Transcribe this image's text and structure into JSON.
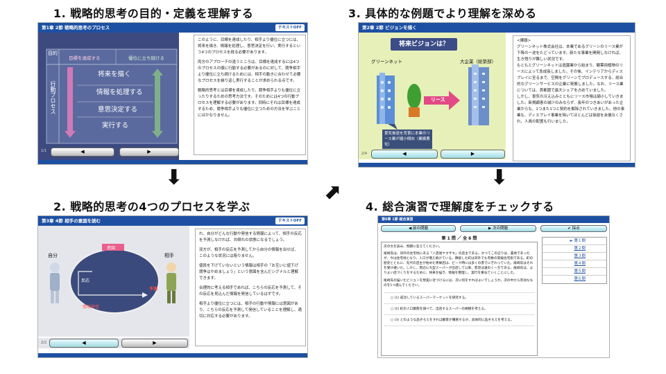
{
  "steps": {
    "s1": "1. 戦略的思考の目的・定義を理解する",
    "s2": "2. 戦略的思考の4つのプロセスを学ぶ",
    "s3": "3. 具体的な例題でより理解を深める",
    "s4": "4. 総合演習で理解度をチェックする"
  },
  "panel1": {
    "header": "第1章 2節 戦略的思考のプロセス",
    "text_btn": "テキストOFF",
    "row_purpose": "目的",
    "row_action": "行動プロセス",
    "goal1": "目標を達成する",
    "goal2": "優位に立ち続ける",
    "steps": [
      "将来を描く",
      "情報を処理する",
      "意思決定する",
      "実行する"
    ],
    "text": [
      "このように、目標を達成したり、相手より優位に立つには、将来を描き、情報を処理し、意思決定を行い、実行するという4つのプロセスを経る必要があります。",
      "両方のアプローチの違うところは、目標を達成するには4つのプロセスの順に行動する必要があるのに対して、競争相手より優位に立ち続けるためには、相手の動きに合わせて必要なプロセスを繰り返し実行することが求められる点です。",
      "戦略的思考とは目標を達成したり、競争相手よりも優位に立ったりするための思考方法です。そのためには4つの行動プロセスを理解する必要があります。同時にそれは目標を達成するため、競争相手よりも優位に立つための方法を学ぶことにほかなりません。"
    ],
    "page": "1/1"
  },
  "panel2": {
    "header": "第3章 4節 相手の意図を読む",
    "text_btn": "テキストOFF",
    "self": "自分",
    "other": "相手",
    "intent": "意図",
    "reaction": "反応",
    "forecast": "予測",
    "info": "情報発信",
    "text": [
      "れ、自分がどんな行動や発信する情報によって、相手の反応を予測しなければ、共倒れの状態になるでしょう。",
      "双方が、相手の反応を予測してから自分の情報を出せば、このような状況には陥りません。",
      "値段を下げていないという情報は相手の「お互いに値下げ競争はやめましょう」という意図を含んだシグナルと理解できます。",
      "合理的に考える相手であれば、こちらの反応を予測して、その反応を見込んだ情報を発信しているはずです。",
      "相手より優位に立つには、相手の行動や情報には意図があり、こちらの反応を予測して発信していることを理解し、適切に対応する必要があります。"
    ],
    "page": "2/2"
  },
  "panel3": {
    "header": "第2章 2節 ビジョンを描く",
    "title": "将来ビジョンは？",
    "green": "グリーンネット",
    "big": "大企業（総菜部）",
    "lease": "リース",
    "note": "景気後退を背景に本業のリース業が縮小傾向（業績悪化）",
    "text": [
      "<課題>",
      "グリーンネット株式会社は、本業であるグリーンのリース業が下降の一途をたどっています。新たな事業を開発しなければ、生き残りが難しい状況です。",
      "もともとグリーンネットは造園業から始まり、観葉用植物のリースによって急成長しました。その後、インテリアからディスプレイに至るまで、空間をグリーンでプロデュースする、総合的なグリーンサービスの企業に発展しました。なお、リース業については、首都圏で最大シェアを占めていました。",
      "しかし、景気の冷え込みとともにリース市場は縮小していきました。新規顧客の減少のみならず、長年のつきあいがあった企業からも、1つまた1つと契約を解除されていきました。他の事業も、ディスプレイ事業を除いてほとんどは徐遅を余儀なくされ、人員の配置も行いました。"
    ],
    "page": "2/4"
  },
  "panel4": {
    "header": "第6章 1節 総合演習",
    "prev": "前の問題",
    "next": "次の問題",
    "score": "採点",
    "qnum": "第 1 問 ／ 全 6 問",
    "instruction": "次の文を読み、問題に答えてください。",
    "body": "尾崎氏は、郊外の住宅地にある「八百屋ヤオザキ」の店主である。かつてこの辺りは、農地であったが、今は住宅地となり、人口が増え続けている。隣接した町は郊外でも有数の高級住宅街である。町の歴史とともに、先代の店主が始めた青果店は、ピーク時には多くの客でにぎわっていた。尾崎氏はそれを受け継いだ。しかし、周辺に大型スーパーが出店して以来、客足は遠のく一方である。尾崎氏は、よりよい店づくりをするために、将来を描き、情報を整理し、実行を重ねていくことにした。",
    "question": "尾崎氏の描いたビジョンを現実に近づけるには、次に何をすればよいでしょうか。次の中から有効なものを1つ選んでください。",
    "options": [
      "(1) 成功しているスーパーマーケットを研究する。",
      "(2) 町の人口動態を調べて、出店するスーパーの規模を考える。",
      "(3) どのような品ぞろえをすれば顧客が購買するか、具体的に品ぞろえを考える。"
    ],
    "list": [
      "第１問",
      "第２問",
      "第３問",
      "第４問",
      "第５問",
      "第６問"
    ]
  }
}
